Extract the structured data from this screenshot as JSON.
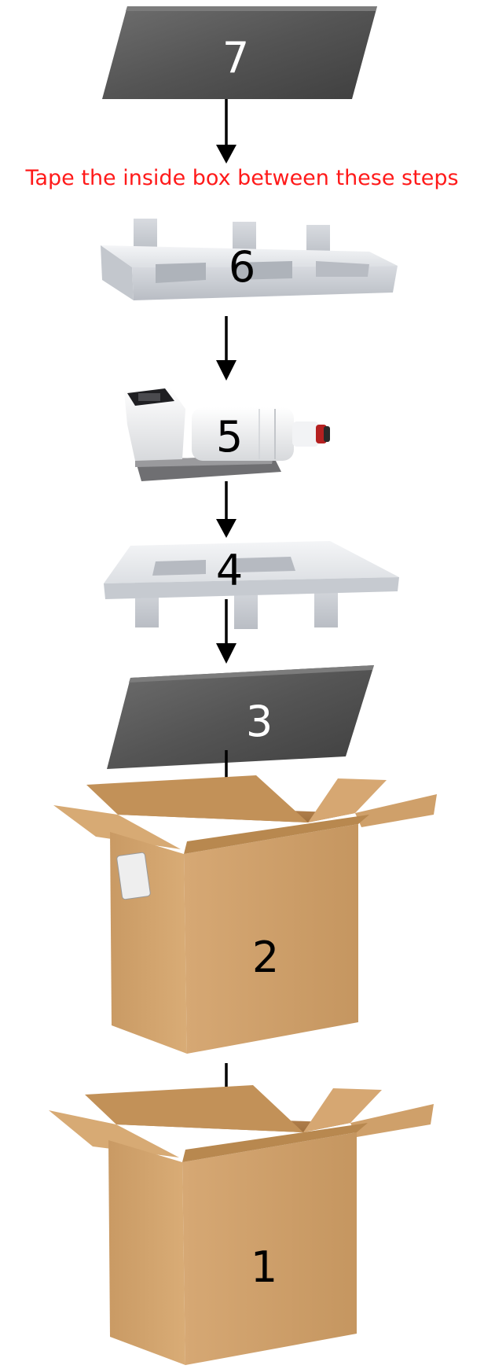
{
  "instruction": "Tape the inside box between these steps",
  "colors": {
    "instruction": "#ff1a1a",
    "arrow": "#000000",
    "foam": "#e8eaed",
    "cardboard": "#d2a06a",
    "pad": "#5a5a5a"
  },
  "steps": [
    {
      "number": "7",
      "item": "foam-pad"
    },
    {
      "number": "6",
      "item": "foam-tray"
    },
    {
      "number": "5",
      "item": "device"
    },
    {
      "number": "4",
      "item": "foam-tray"
    },
    {
      "number": "3",
      "item": "foam-pad"
    },
    {
      "number": "2",
      "item": "inner-box"
    },
    {
      "number": "1",
      "item": "outer-box"
    }
  ]
}
